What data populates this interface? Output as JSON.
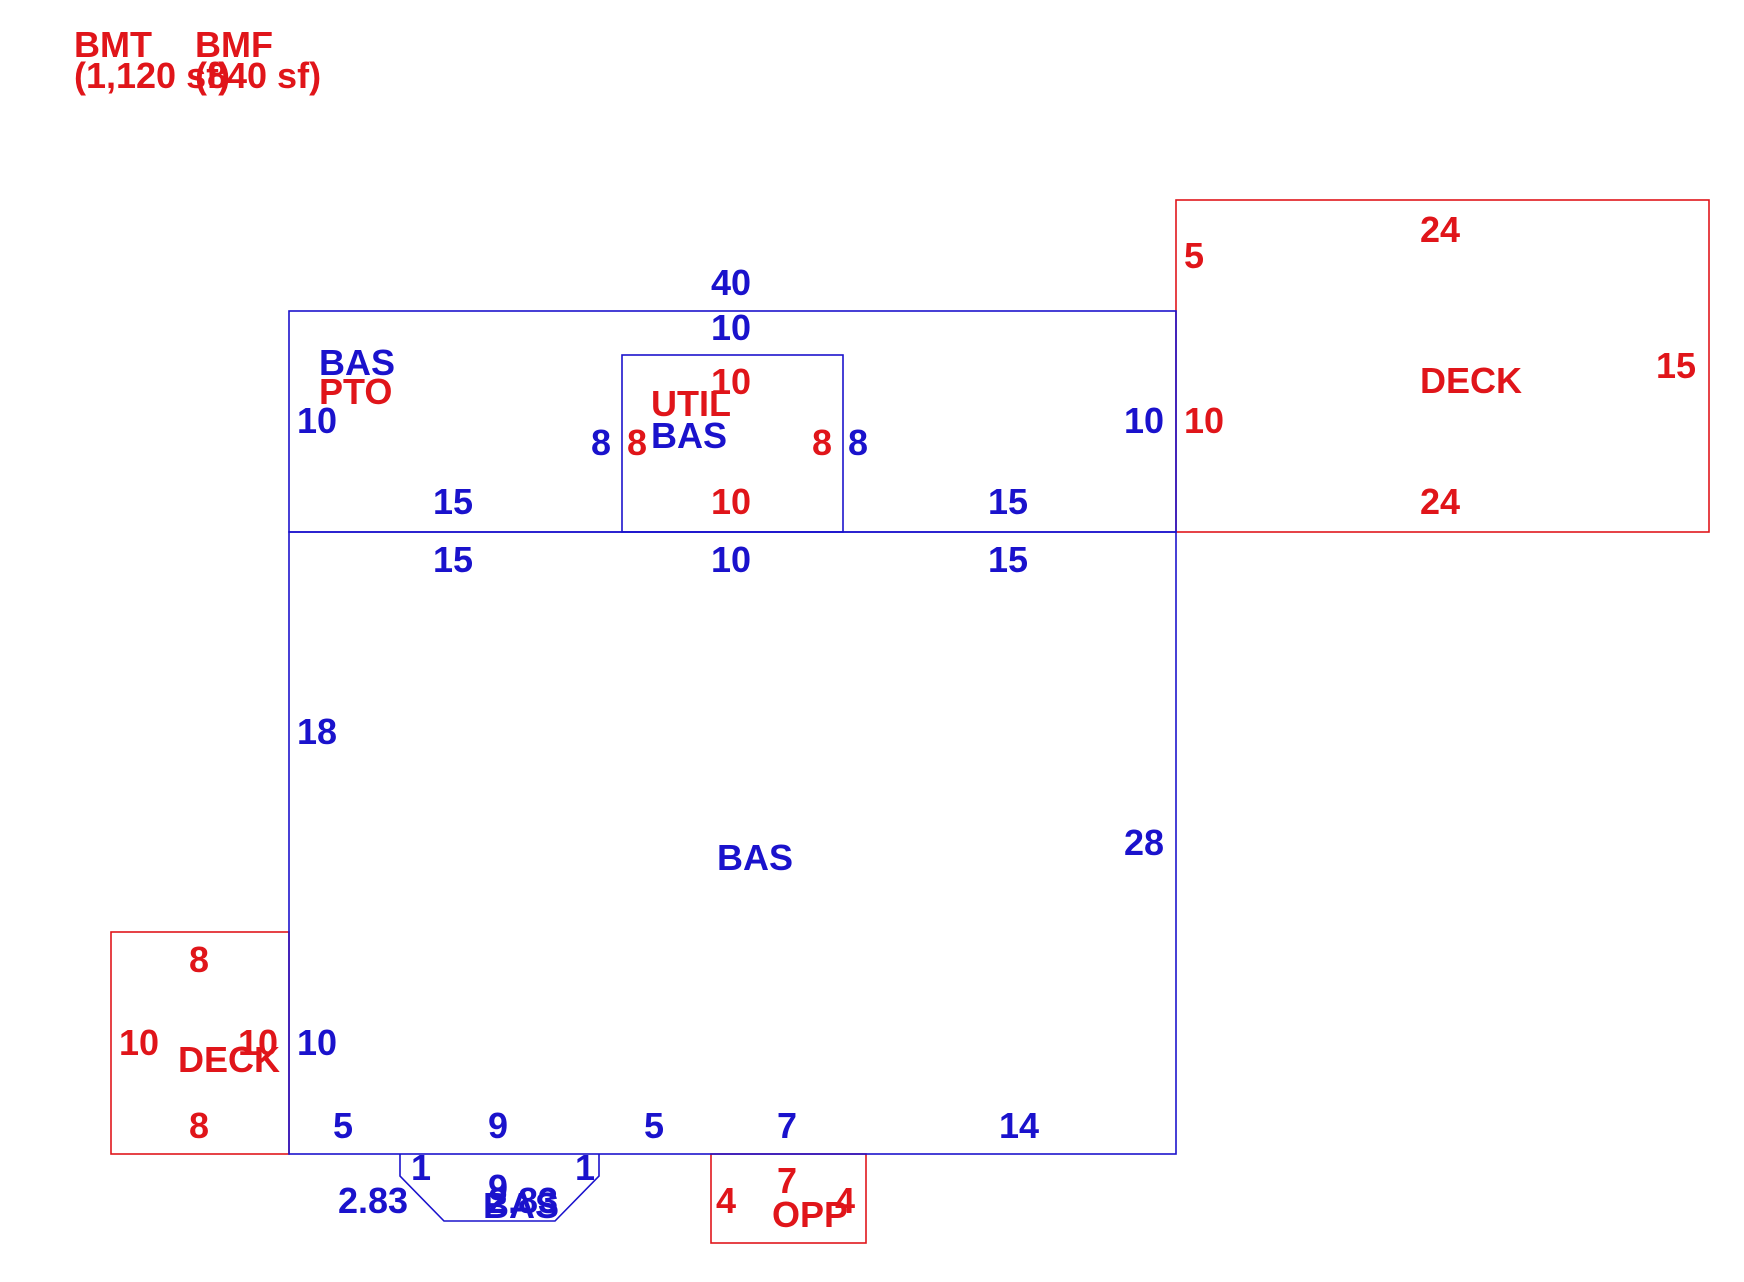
{
  "colors": {
    "blue": "#1a12cc",
    "red": "#e0151a"
  },
  "header": {
    "bmt_label": "BMT",
    "bmt_area": "(1,120 sf)",
    "bmf_label": "BMF",
    "bmf_area": "(840 sf)"
  },
  "areas": {
    "bas_main": "BAS",
    "bas_upper": "BAS",
    "pto": "PTO",
    "util": "UTIL",
    "bas_util": "BAS",
    "deck_right": "DECK",
    "deck_left": "DECK",
    "bas_bay": "BAS",
    "opp": "OPP"
  },
  "dims": {
    "top_40": "40",
    "upper_top_10": "10",
    "util_top_10": "10",
    "upper_left_10": "10",
    "util_left_outer_8": "8",
    "util_left_inner_8": "8",
    "util_right_inner_8": "8",
    "util_right_outer_8": "8",
    "upper_right_10": "10",
    "upper_bottom_15_left": "15",
    "util_bottom_10": "10",
    "upper_bottom_15_right": "15",
    "main_top_15_left": "15",
    "main_top_10": "10",
    "main_top_15_right": "15",
    "main_left_18": "18",
    "main_right_28": "28",
    "main_left_10": "10",
    "bottom_5_a": "5",
    "bottom_9": "9",
    "bottom_5_b": "5",
    "bottom_7": "7",
    "bottom_14": "14",
    "bay_1_left": "1",
    "bay_1_right": "1",
    "bay_diag_2_83": "2.83",
    "bay_9": "9",
    "bay_2_83_overlap": "2.83",
    "deck_right_5": "5",
    "deck_right_24_top": "24",
    "deck_right_15": "15",
    "deck_right_10": "10",
    "deck_right_24_bottom": "24",
    "deck_left_8_top": "8",
    "deck_left_10_left": "10",
    "deck_left_10_right": "10",
    "deck_left_8_bottom": "8",
    "opp_4_left": "4",
    "opp_7": "7",
    "opp_4_right": "4"
  }
}
